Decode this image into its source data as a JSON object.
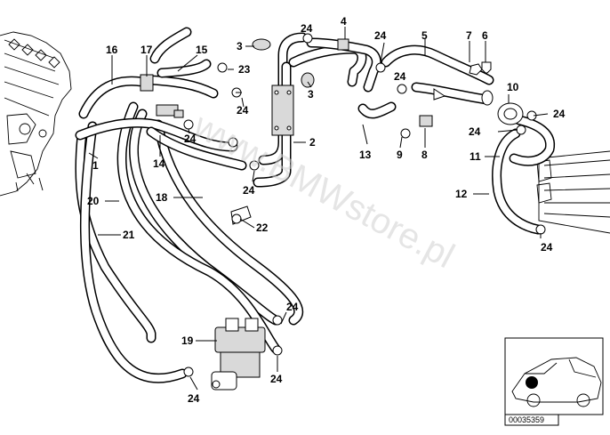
{
  "diagram": {
    "callouts": {
      "c1": "1",
      "c2": "2",
      "c3a": "3",
      "c3b": "3",
      "c4": "4",
      "c5": "5",
      "c6": "6",
      "c7": "7",
      "c8": "8",
      "c9": "9",
      "c10": "10",
      "c11": "11",
      "c12": "12",
      "c13": "13",
      "c14": "14",
      "c15": "15",
      "c16": "16",
      "c17": "17",
      "c18": "18",
      "c19": "19",
      "c20": "20",
      "c21": "21",
      "c22": "22",
      "c23": "23",
      "c24a": "24",
      "c24b": "24",
      "c24c": "24",
      "c24d": "24",
      "c24e": "24",
      "c24f": "24",
      "c24g": "24",
      "c24h": "24",
      "c24i": "24",
      "c24j": "24",
      "c24k": "24",
      "c24l": "24"
    },
    "watermark": "www.BMWstore.pl",
    "part_number": "00035359"
  }
}
